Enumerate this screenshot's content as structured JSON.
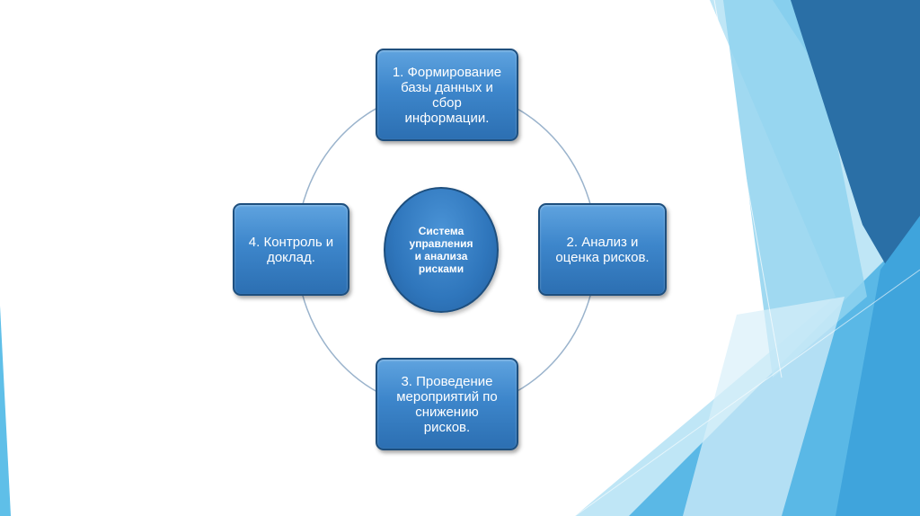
{
  "diagram": {
    "center": {
      "lines": [
        "Система",
        "управления",
        "и анализа",
        "рисками"
      ]
    },
    "steps": [
      {
        "lines": [
          "1. Формирование",
          "базы данных и",
          "сбор",
          "информации."
        ]
      },
      {
        "lines": [
          "2. Анализ и",
          "оценка рисков."
        ]
      },
      {
        "lines": [
          "3. Проведение",
          "мероприятий по",
          "снижению",
          "рисков."
        ]
      },
      {
        "lines": [
          "4. Контроль и",
          "доклад."
        ]
      }
    ]
  },
  "colors": {
    "box_fill": "#3d86cb",
    "box_border": "#1e4f7e",
    "ring": "#9ab3cc",
    "deco_dark": "#2a6fa6",
    "deco_mid": "#3fa4dc",
    "deco_light": "#8fd2ef"
  }
}
